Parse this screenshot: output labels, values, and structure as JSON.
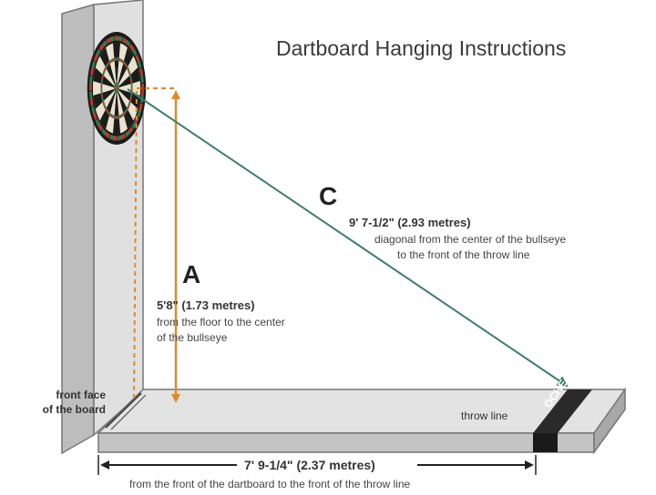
{
  "title": "Dartboard Hanging Instructions",
  "label_a": "A",
  "label_c": "C",
  "height": {
    "value": "5'8\" (1.73 metres)",
    "description_line1": "from the floor to the center",
    "description_line2": "of the bullseye"
  },
  "diagonal": {
    "value": "9' 7-1/2\" (2.93 metres)",
    "description_line1": "diagonal from the center of the bullseye",
    "description_line2": "to the front of the throw line"
  },
  "distance": {
    "value": "7' 9-1/4\" (2.37 metres)",
    "description": "from the front of the dartboard to the front of the throw line"
  },
  "front_face_line1": "front face",
  "front_face_line2": "of the board",
  "throw_line": "throw line",
  "oche": "OCHE",
  "colors": {
    "wall": "#dcdcdc",
    "wall_edge": "#8a8a8a",
    "arrow_orange": "#e08a2c",
    "arrow_green": "#3f7d6a",
    "dartboard_ring_red": "#c0392b",
    "dartboard_ring_green": "#2e7d4f"
  }
}
